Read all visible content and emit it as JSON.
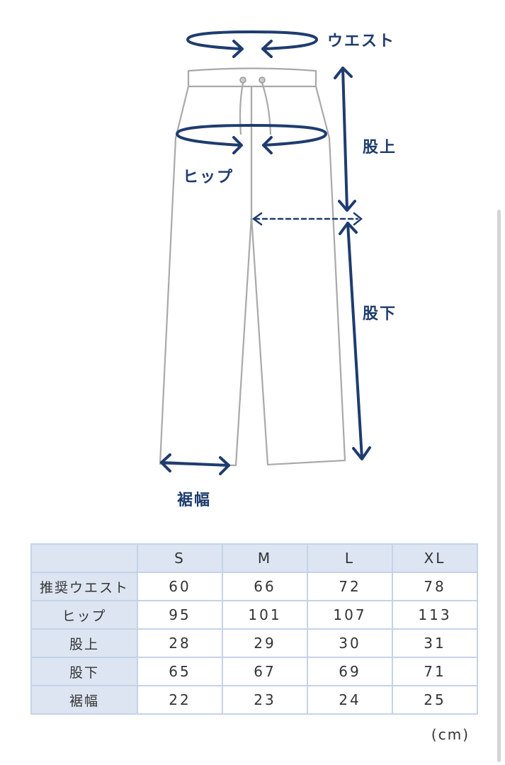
{
  "diagram": {
    "labels": {
      "waist": "ウエスト",
      "rise": "股上",
      "hip": "ヒップ",
      "inseam": "股下",
      "hem_width": "裾幅"
    },
    "colors": {
      "accent": "#1e3c6e",
      "garment_outline": "#a9a9a9"
    }
  },
  "table": {
    "headers": [
      "",
      "S",
      "M",
      "L",
      "XL"
    ],
    "rows": [
      {
        "label": "推奨ウエスト",
        "values": [
          "60",
          "66",
          "72",
          "78"
        ]
      },
      {
        "label": "ヒップ",
        "values": [
          "95",
          "101",
          "107",
          "113"
        ]
      },
      {
        "label": "股上",
        "values": [
          "28",
          "29",
          "30",
          "31"
        ]
      },
      {
        "label": "股下",
        "values": [
          "65",
          "67",
          "69",
          "71"
        ]
      },
      {
        "label": "裾幅",
        "values": [
          "22",
          "23",
          "24",
          "25"
        ]
      }
    ],
    "unit": "(cm)",
    "colors": {
      "header_bg": "#dce5f1",
      "border": "#c5d3e8"
    }
  }
}
